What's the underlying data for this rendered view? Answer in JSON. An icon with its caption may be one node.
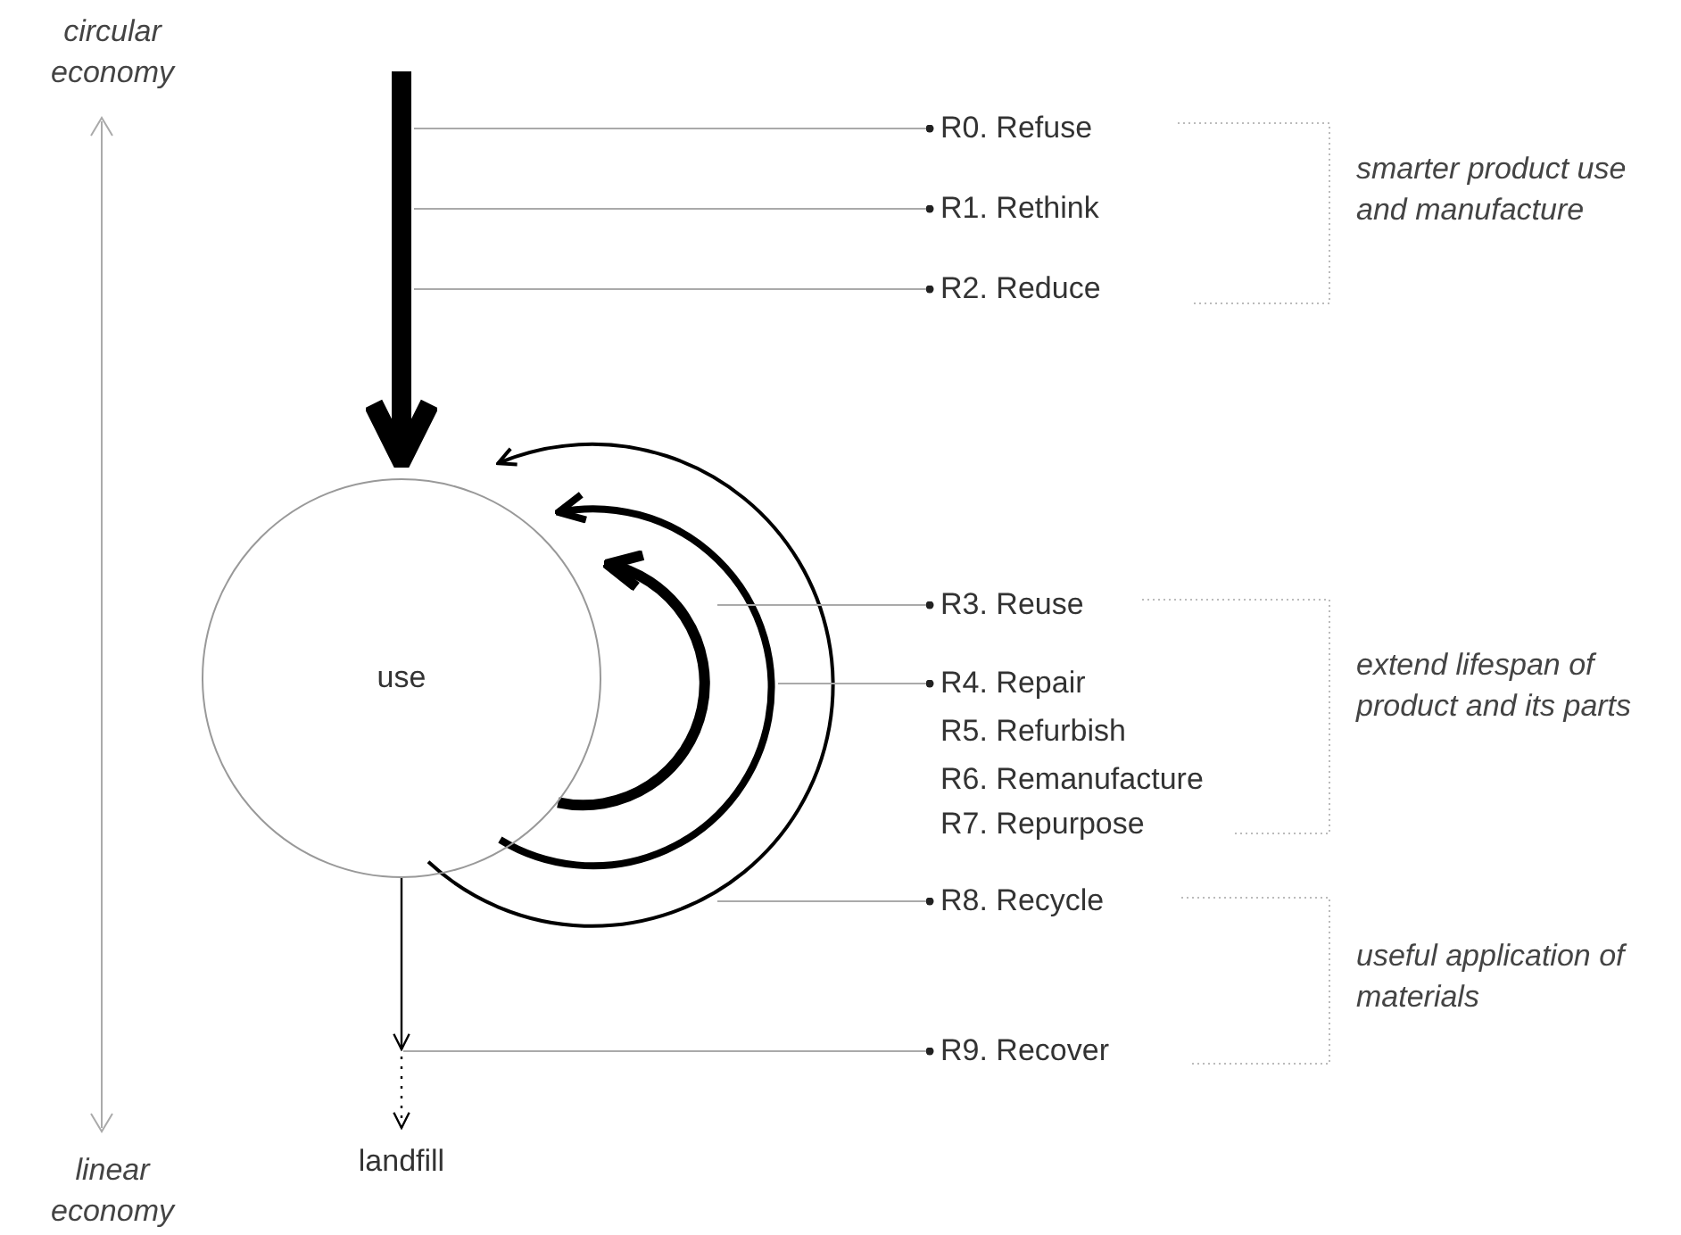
{
  "diagram": {
    "nodes": [
      {
        "text": [
          "use"
        ]
      },
      {
        "text": [
          "landfill"
        ]
      },
      {
        "text": [
          "R0. Refuse"
        ]
      },
      {
        "text": [
          "R1. Rethink"
        ]
      },
      {
        "text": [
          "R2. Reduce"
        ]
      },
      {
        "text": [
          "R3. Reuse"
        ]
      },
      {
        "text": [
          "R4. Repair"
        ]
      },
      {
        "text": [
          "R8. Recycle"
        ]
      },
      {
        "text": [
          "R9. Recover"
        ]
      }
    ],
    "edges": [
      {
        "from": null,
        "to": 0,
        "arrow": "to",
        "style": "thick",
        "color": "#000000"
      },
      {
        "from": 0,
        "to": 0,
        "arrow": "to",
        "color": "#000000"
      },
      {
        "from": 0,
        "to": 0,
        "arrow": "to",
        "style": "thick",
        "color": "#000000"
      },
      {
        "from": 0,
        "to": 0,
        "arrow": "to",
        "style": "thick",
        "color": "#000000"
      },
      {
        "from": 0,
        "to": null,
        "arrow": "to",
        "color": "#000000"
      },
      {
        "from": null,
        "to": 1,
        "arrow": "to",
        "style": "dashed",
        "color": "#000000"
      },
      {
        "from": 2,
        "to": null,
        "arrow": "other"
      },
      {
        "from": 3,
        "to": null,
        "arrow": "other"
      },
      {
        "from": 4,
        "to": null,
        "arrow": "other"
      },
      {
        "from": 5,
        "to": null,
        "arrow": "other"
      },
      {
        "from": 6,
        "to": null,
        "arrow": "other"
      },
      {
        "from": 7,
        "to": null,
        "arrow": "other"
      },
      {
        "from": 8,
        "to": null,
        "arrow": "other"
      }
    ],
    "labels": [
      "circular economy",
      "smarter product use and manufacture",
      "R5. Refurbish",
      "extend lifespan of product and its parts",
      "R6. Remanufacture",
      "R7. Repurpose",
      "useful application of materials",
      "linear economy"
    ]
  }
}
